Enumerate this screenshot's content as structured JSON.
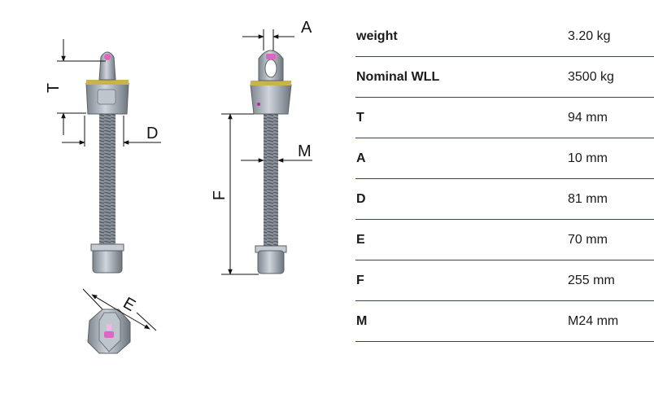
{
  "drawing": {
    "labels": {
      "T": "T",
      "D": "D",
      "A": "A",
      "M": "M",
      "F": "F",
      "E": "E"
    }
  },
  "specs": [
    {
      "name": "weight",
      "value": "3.20 kg"
    },
    {
      "name": "Nominal WLL",
      "value": "3500 kg"
    },
    {
      "name": "T",
      "value": "94 mm"
    },
    {
      "name": "A",
      "value": "10 mm"
    },
    {
      "name": "D",
      "value": "81 mm"
    },
    {
      "name": "E",
      "value": "70 mm"
    },
    {
      "name": "F",
      "value": "255 mm"
    },
    {
      "name": "M",
      "value": "M24 mm"
    }
  ],
  "colors": {
    "body": "#a9b0b8",
    "collar": "#c9b44a",
    "accent": "#e064c4",
    "rule": "#33426b"
  }
}
